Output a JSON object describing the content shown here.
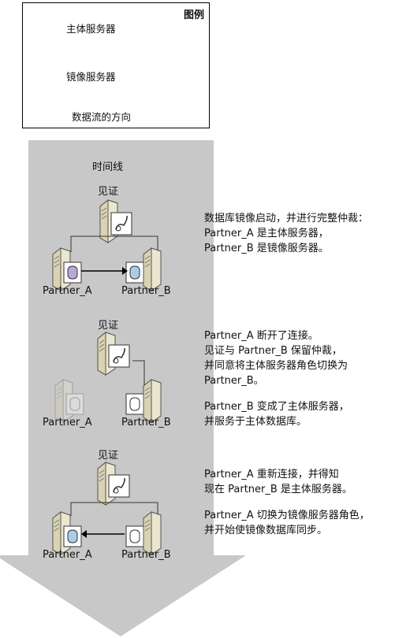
{
  "legend": {
    "title": "图例",
    "principal_label": "主体服务器",
    "mirror_label": "镜像服务器",
    "flow_label": "数据流的方向"
  },
  "timeline": {
    "label": "时间线"
  },
  "witness_label": "见证",
  "partner_a_label": "Partner_A",
  "partner_b_label": "Partner_B",
  "stages": [
    {
      "notes": [
        "数据库镜像启动，并进行完整仲裁：",
        "Partner_A 是主体服务器，",
        "Partner_B 是镜像服务器。"
      ]
    },
    {
      "notes": [
        "Partner_A 断开了连接。",
        "见证与 Partner_B 保留仲裁，",
        "并同意将主体服务器角色切换为",
        "Partner_B。",
        "Partner_B 变成了主体服务器，",
        "并服务于主体数据库。"
      ]
    },
    {
      "notes": [
        "Partner_A 重新连接，并得知",
        "现在 Partner_B 是主体服务器。",
        "Partner_A 切换为镜像服务器角色，",
        "并开始使镜像数据库同步。"
      ]
    }
  ],
  "colors": {
    "arrow_fill": "#c8c8c8",
    "server_face": "#e8e4cc",
    "disk_principal": "#b9a7d6",
    "disk_mirror": "#a9cde8",
    "disk_neutral": "#ffffff",
    "faded": "#d6d6d6"
  }
}
